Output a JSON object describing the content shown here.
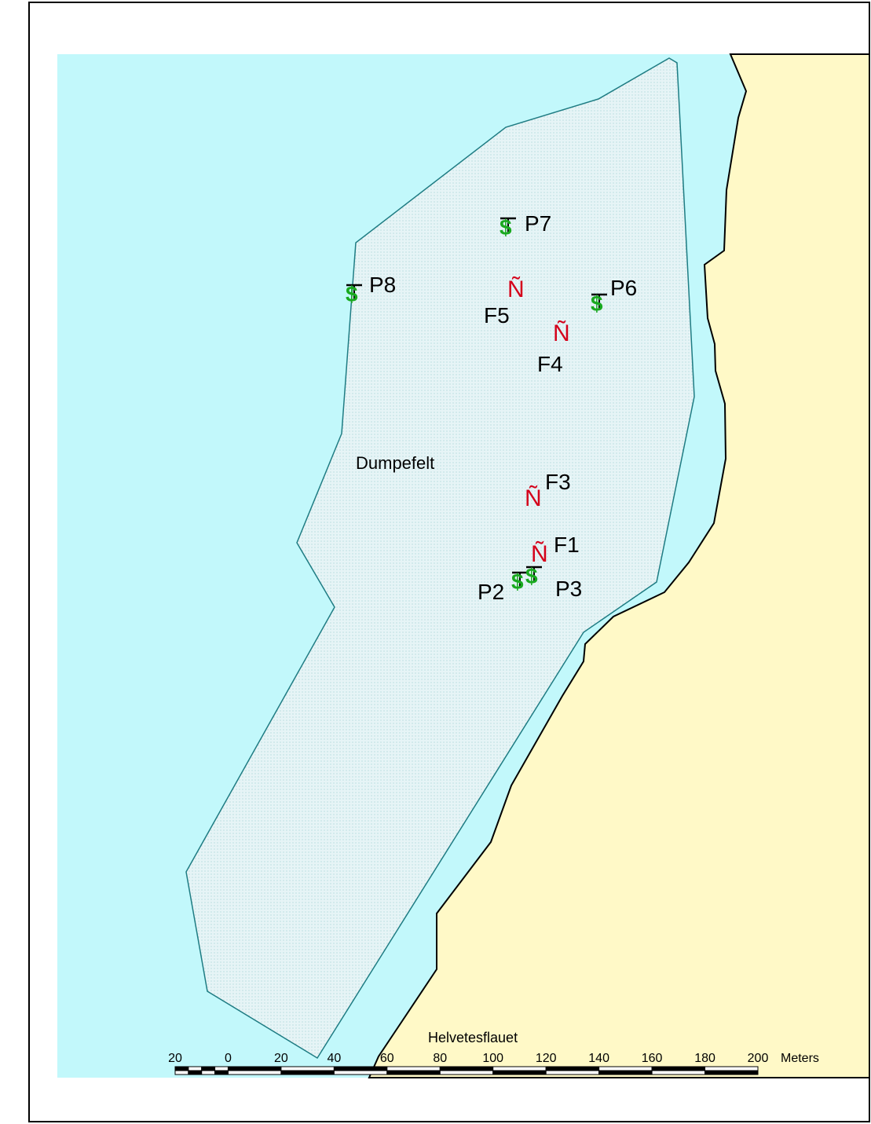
{
  "colors": {
    "water": "#c2f8fb",
    "land": "#fff9c7",
    "dump_field": "#e6f4f6",
    "dump_outline": "#1f7c83",
    "p_symbol": "#19a91f",
    "f_symbol": "#d4001a"
  },
  "labels": {
    "dumpefelt": "Dumpefelt",
    "helvetesflauet": "Helvetesflauet"
  },
  "points": [
    {
      "id": "P7",
      "label": "P7",
      "kind": "P"
    },
    {
      "id": "P8",
      "label": "P8",
      "kind": "P"
    },
    {
      "id": "P6",
      "label": "P6",
      "kind": "P"
    },
    {
      "id": "P2",
      "label": "P2",
      "kind": "P"
    },
    {
      "id": "P3",
      "label": "P3",
      "kind": "P"
    },
    {
      "id": "F5",
      "label": "F5",
      "kind": "F"
    },
    {
      "id": "F4",
      "label": "F4",
      "kind": "F"
    },
    {
      "id": "F3",
      "label": "F3",
      "kind": "F"
    },
    {
      "id": "F1",
      "label": "F1",
      "kind": "F"
    }
  ],
  "symbols": {
    "p_glyph": "$",
    "f_glyph": "Ñ"
  },
  "scale_bar": {
    "ticks": [
      "20",
      "0",
      "20",
      "40",
      "60",
      "80",
      "100",
      "120",
      "140",
      "160",
      "180",
      "200"
    ],
    "unit": "Meters"
  }
}
